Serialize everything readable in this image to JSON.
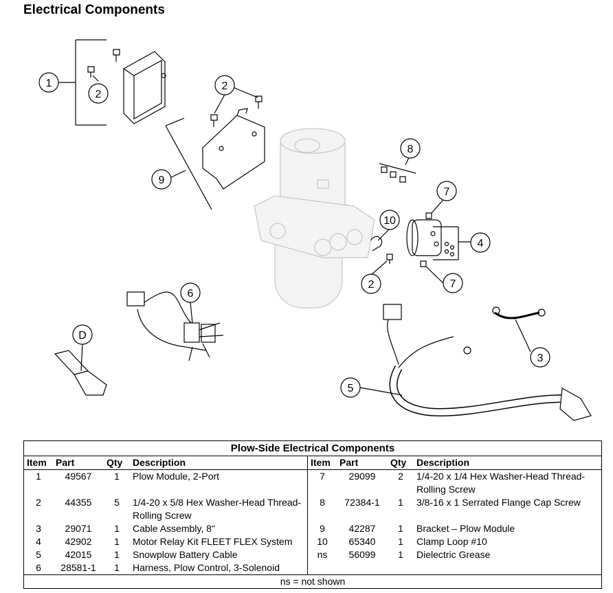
{
  "title": "Electrical Components",
  "callouts": {
    "c1": "1",
    "c2a": "2",
    "c2b": "2",
    "c2c": "2",
    "c3": "3",
    "c4": "4",
    "c5": "5",
    "c6": "6",
    "c7a": "7",
    "c7b": "7",
    "c8": "8",
    "c9": "9",
    "c10": "10",
    "cD": "D"
  },
  "table": {
    "title": "Plow-Side Electrical Components",
    "headers": {
      "item": "Item",
      "part": "Part",
      "qty": "Qty",
      "description": "Description"
    },
    "left": [
      {
        "item": "1",
        "part": "49567",
        "qty": "1",
        "description": "Plow Module, 2-Port"
      },
      {
        "item": "2",
        "part": "44355",
        "qty": "5",
        "description": "1/4-20 x 5/8 Hex Washer-Head Thread-Rolling Screw"
      },
      {
        "item": "3",
        "part": "29071",
        "qty": "1",
        "description": "Cable Assembly, 8\""
      },
      {
        "item": "4",
        "part": "42902",
        "qty": "1",
        "description": "Motor Relay Kit FLEET FLEX System"
      },
      {
        "item": "5",
        "part": "42015",
        "qty": "1",
        "description": "Snowplow Battery Cable"
      },
      {
        "item": "6",
        "part": "28581-1",
        "qty": "1",
        "description": "Harness, Plow Control, 3-Solenoid"
      }
    ],
    "right": [
      {
        "item": "7",
        "part": "29099",
        "qty": "2",
        "description": "1/4-20 x 1/4 Hex Washer-Head Thread-Rolling Screw"
      },
      {
        "item": "8",
        "part": "72384-1",
        "qty": "1",
        "description": "3/8-16 x 1 Serrated Flange Cap Screw"
      },
      {
        "item": "9",
        "part": "42287",
        "qty": "1",
        "description": "Bracket – Plow Module"
      },
      {
        "item": "10",
        "part": "65340",
        "qty": "1",
        "description": "Clamp Loop #10"
      },
      {
        "item": "ns",
        "part": "56099",
        "qty": "1",
        "description": "Dielectric Grease"
      }
    ],
    "footnote": "ns = not shown"
  }
}
